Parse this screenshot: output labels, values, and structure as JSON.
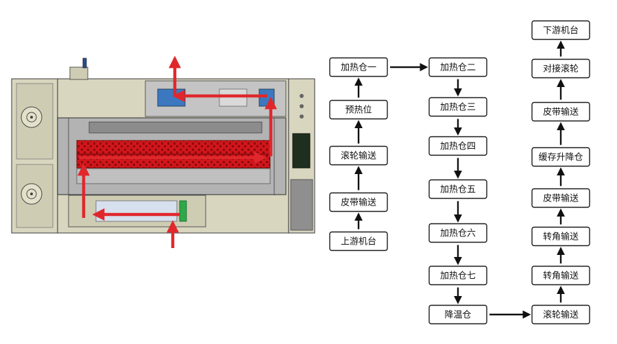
{
  "flowchart": {
    "nodes": [
      {
        "id": "upstream",
        "label": "上游机台"
      },
      {
        "id": "belt1",
        "label": "皮带输送"
      },
      {
        "id": "roller1",
        "label": "滚轮输送"
      },
      {
        "id": "preheat",
        "label": "预热位"
      },
      {
        "id": "heat1",
        "label": "加热仓一"
      },
      {
        "id": "heat2",
        "label": "加热仓二"
      },
      {
        "id": "heat3",
        "label": "加热仓三"
      },
      {
        "id": "heat4",
        "label": "加热仓四"
      },
      {
        "id": "heat5",
        "label": "加热仓五"
      },
      {
        "id": "heat6",
        "label": "加热仓六"
      },
      {
        "id": "heat7",
        "label": "加热仓七"
      },
      {
        "id": "cool",
        "label": "降温仓"
      },
      {
        "id": "roller2",
        "label": "滚轮输送"
      },
      {
        "id": "corner1",
        "label": "转角输送"
      },
      {
        "id": "corner2",
        "label": "转角输送"
      },
      {
        "id": "belt2",
        "label": "皮带输送"
      },
      {
        "id": "buffer",
        "label": "缓存升降仓"
      },
      {
        "id": "belt3",
        "label": "皮带输送"
      },
      {
        "id": "docking",
        "label": "对接滚轮"
      },
      {
        "id": "downstream",
        "label": "下游机台"
      }
    ],
    "edges": [
      [
        "upstream",
        "belt1"
      ],
      [
        "belt1",
        "roller1"
      ],
      [
        "roller1",
        "preheat"
      ],
      [
        "preheat",
        "heat1"
      ],
      [
        "heat1",
        "heat2"
      ],
      [
        "heat2",
        "heat3"
      ],
      [
        "heat3",
        "heat4"
      ],
      [
        "heat4",
        "heat5"
      ],
      [
        "heat5",
        "heat6"
      ],
      [
        "heat6",
        "heat7"
      ],
      [
        "heat7",
        "cool"
      ],
      [
        "cool",
        "roller2"
      ],
      [
        "roller2",
        "corner1"
      ],
      [
        "corner1",
        "corner2"
      ],
      [
        "corner2",
        "belt2"
      ],
      [
        "belt2",
        "buffer"
      ],
      [
        "buffer",
        "belt3"
      ],
      [
        "belt3",
        "docking"
      ],
      [
        "docking",
        "downstream"
      ]
    ]
  },
  "colors": {
    "machine_body": "#d9d6bf",
    "machine_panel": "#c8c5ad",
    "heater_red": "#d0161b",
    "flow_arrow_red": "#e0282c",
    "gray_frame": "#9a9a9a"
  }
}
